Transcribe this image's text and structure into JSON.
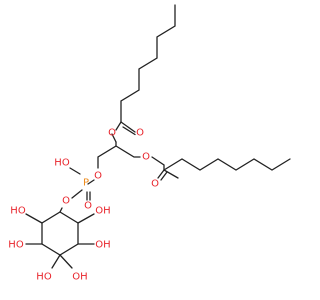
{
  "molecule": {
    "colors": {
      "bond": "#222222",
      "oxygen": "#e8242b",
      "phosphorus": "#ee8a1a",
      "background": "#ffffff"
    },
    "atom_labels": {
      "ester_o_upper": "O",
      "carbonyl_o_upper": "O",
      "ester_o_right": "O",
      "carbonyl_o_right": "O",
      "glycerol_o": "O",
      "phosphate_oh": "HO",
      "phosphorus": "P",
      "phosphate_o_link": "O",
      "phosphate_o_double": "O",
      "inositol_oh_1": "HO",
      "inositol_oh_2": "OH",
      "inositol_oh_3": "HO",
      "inositol_oh_4": "OH",
      "inositol_oh_5": "HO",
      "inositol_oh_6": "OH"
    }
  }
}
